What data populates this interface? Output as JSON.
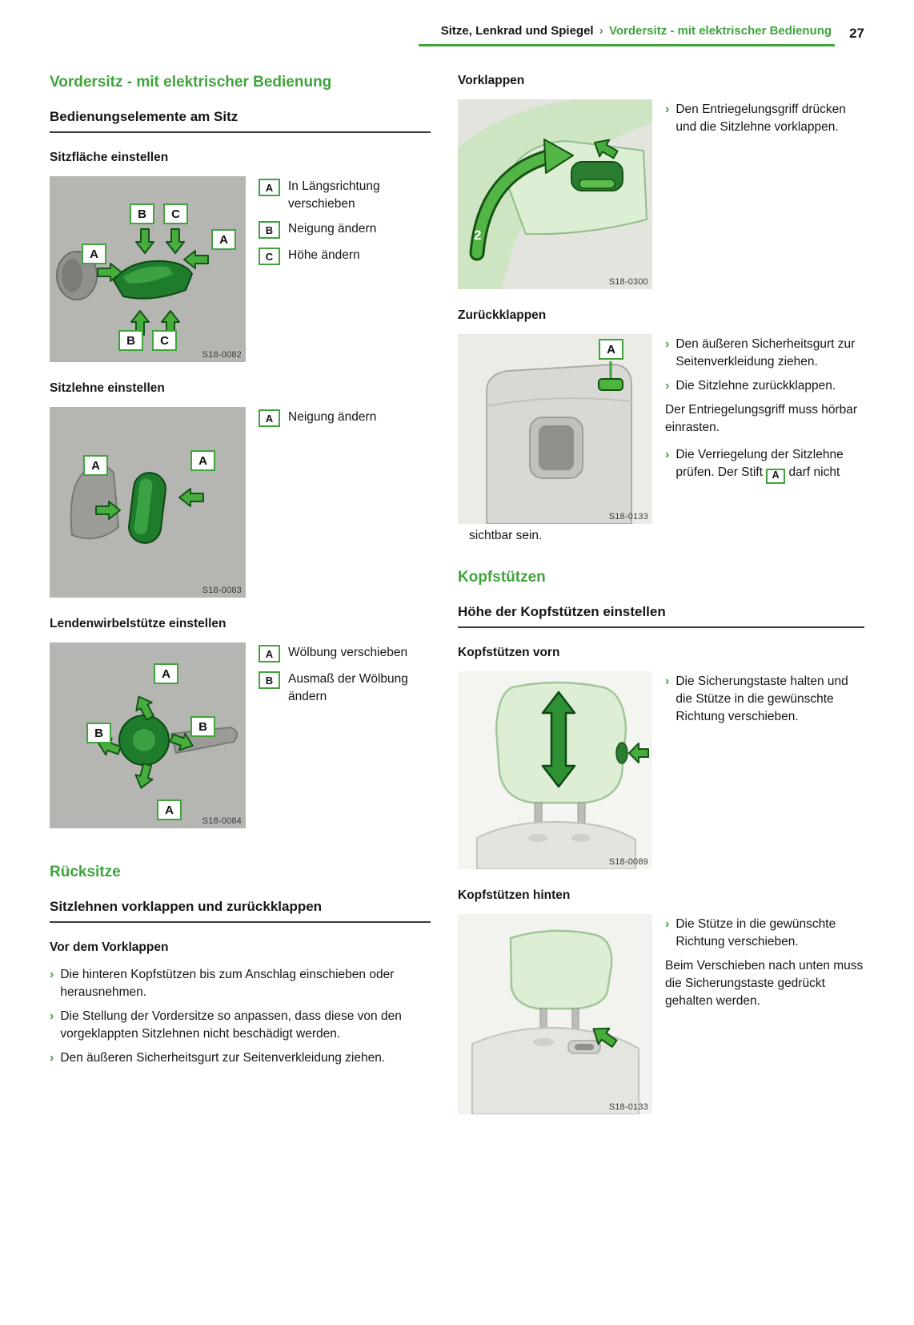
{
  "ui": {
    "bullet": "›",
    "separator": "›"
  },
  "colors": {
    "accent_green": "#3fa43c",
    "figure_gray": "#b5b5b2"
  },
  "header": {
    "section_bold": "Sitze, Lenkrad und Spiegel",
    "section_green": "Vordersitz - mit elektrischer Bedienung",
    "page_number": "27"
  },
  "left": {
    "title": "Vordersitz - mit elektrischer Bedienung",
    "section1": {
      "title": "Bedienungselemente am Sitz",
      "sub1": "Sitzfläche einstellen",
      "fig1": {
        "code": "S18-0082",
        "labels": [
          "B",
          "C",
          "A",
          "A",
          "B",
          "C"
        ]
      },
      "legend1": [
        {
          "key": "A",
          "text": "In Längsrichtung verschieben"
        },
        {
          "key": "B",
          "text": "Neigung ändern"
        },
        {
          "key": "C",
          "text": "Höhe ändern"
        }
      ],
      "sub2": "Sitzlehne einstellen",
      "fig2": {
        "code": "S18-0083",
        "labels": [
          "A",
          "A"
        ]
      },
      "legend2": [
        {
          "key": "A",
          "text": "Neigung ändern"
        }
      ],
      "sub3": "Lendenwirbelstütze einstellen",
      "fig3": {
        "code": "S18-0084",
        "labels": [
          "A",
          "B",
          "B",
          "A"
        ]
      },
      "legend3": [
        {
          "key": "A",
          "text": "Wölbung verschieben"
        },
        {
          "key": "B",
          "text": "Ausmaß der Wölbung ändern"
        }
      ]
    },
    "title2": "Rücksitze",
    "section2": {
      "title": "Sitzlehnen vorklappen und zurückklappen",
      "sub1": "Vor dem Vorklappen",
      "bullets": [
        "Die hinteren Kopfstützen bis zum Anschlag einschieben oder herausnehmen.",
        "Die Stellung der Vordersitze so anpassen, dass diese von den vorgeklappten Sitzlehnen nicht beschädigt werden.",
        "Den äußeren Sicherheitsgurt zur Seitenverkleidung ziehen."
      ]
    }
  },
  "right": {
    "sub1": "Vorklappen",
    "fig4": {
      "code": "S18-0300",
      "step": "2"
    },
    "bullets1": [
      "Den Entriegelungsgriff drücken und die Sitzlehne vorklappen."
    ],
    "sub2": "Zurückklappen",
    "fig5": {
      "code": "S18-0133",
      "label": "A"
    },
    "bullets2": [
      "Den äußeren Sicherheitsgurt zur Seitenverkleidung ziehen.",
      "Die Sitzlehne zurückklappen."
    ],
    "para1": "Der Entriegelungsgriff muss hörbar einrasten.",
    "bullet3": {
      "before": "Die Verriegelung der Sitzlehne prüfen. Der Stift",
      "key": "A",
      "after": "darf nicht"
    },
    "continuation": "sichtbar sein.",
    "title": "Kopfstützen",
    "section": {
      "title": "Höhe der Kopfstützen einstellen",
      "sub1": "Kopfstützen vorn",
      "fig6": {
        "code": "S18-0089"
      },
      "bullets1": [
        "Die Sicherungstaste halten und die Stütze in die gewünschte Richtung verschieben."
      ],
      "sub2": "Kopfstützen hinten",
      "fig7": {
        "code": "S18-0133"
      },
      "bullets2": [
        "Die Stütze in die gewünschte Richtung verschieben."
      ],
      "para": "Beim Verschieben nach unten muss die Sicherungstaste gedrückt gehalten werden."
    }
  }
}
